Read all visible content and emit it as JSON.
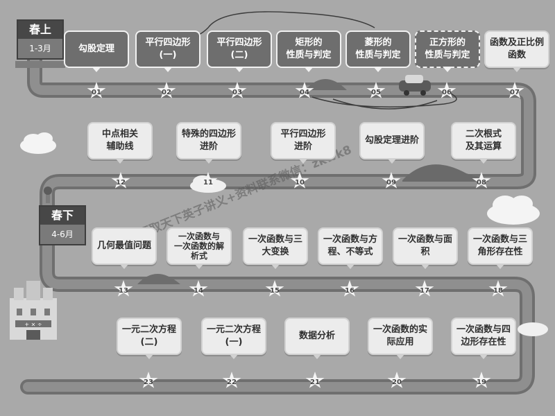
{
  "seasons": [
    {
      "title": "春上",
      "range": "1-3月"
    },
    {
      "title": "春下",
      "range": "4-6月"
    }
  ],
  "steps": [
    {
      "num": "01",
      "label": "勾股定理",
      "style": "dark"
    },
    {
      "num": "02",
      "label": "平行四边形\n(一)",
      "style": "dark"
    },
    {
      "num": "03",
      "label": "平行四边形\n(二)",
      "style": "dark"
    },
    {
      "num": "04",
      "label": "矩形的\n性质与判定",
      "style": "dark"
    },
    {
      "num": "05",
      "label": "菱形的\n性质与判定",
      "style": "dark"
    },
    {
      "num": "06",
      "label": "正方形的\n性质与判定",
      "style": "dashed"
    },
    {
      "num": "07",
      "label": "函数及正比例\n函数",
      "style": "light"
    },
    {
      "num": "08",
      "label": "二次根式\n及其运算",
      "style": "light"
    },
    {
      "num": "09",
      "label": "勾股定理进阶",
      "style": "light"
    },
    {
      "num": "10",
      "label": "平行四边形\n进阶",
      "style": "light"
    },
    {
      "num": "11",
      "label": "特殊的四边形\n进阶",
      "style": "light"
    },
    {
      "num": "12",
      "label": "中点相关\n辅助线",
      "style": "light"
    },
    {
      "num": "13",
      "label": "几何最值问题",
      "style": "light"
    },
    {
      "num": "14",
      "label": "一次函数与\n一次函数的解\n析式",
      "style": "light"
    },
    {
      "num": "15",
      "label": "一次函数与三\n大变换",
      "style": "light"
    },
    {
      "num": "16",
      "label": "一次函数与方\n程、不等式",
      "style": "light"
    },
    {
      "num": "17",
      "label": "一次函数与面\n积",
      "style": "light"
    },
    {
      "num": "18",
      "label": "一次函数与三\n角形存在性",
      "style": "light"
    },
    {
      "num": "19",
      "label": "一次函数与四\n边形存在性",
      "style": "light"
    },
    {
      "num": "20",
      "label": "一次函数的实\n际应用",
      "style": "light"
    },
    {
      "num": "21",
      "label": "数据分析",
      "style": "light"
    },
    {
      "num": "22",
      "label": "一元二次方程\n(一)",
      "style": "light"
    },
    {
      "num": "23",
      "label": "一元二次方程\n(二)",
      "style": "light"
    }
  ],
  "watermark": "领取天下英子讲义+资料联系微信：zkwk8",
  "castle_sign": "+ × ÷",
  "colors": {
    "background": "#a9a9a9",
    "road": "#8a8a8a",
    "road_edge": "#6f6f6f",
    "dark_card": "#6e6e6e",
    "light_card": "#ececec"
  }
}
